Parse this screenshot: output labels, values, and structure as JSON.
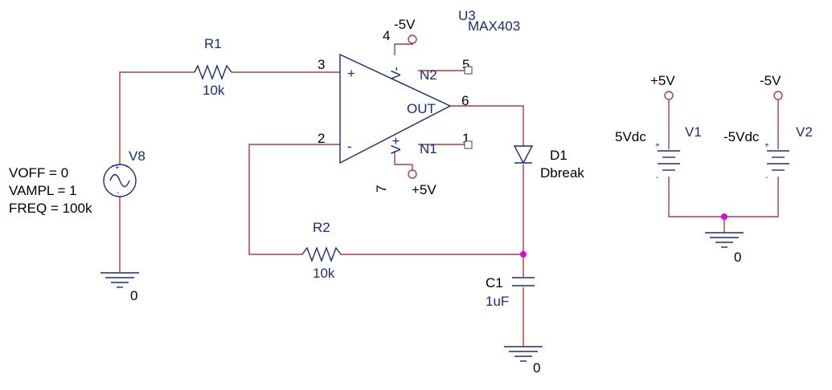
{
  "schematic": {
    "opamp": {
      "ref": "U3",
      "part": "MAX403",
      "pin_in_plus": "3",
      "pin_in_minus": "2",
      "pin_out": "6",
      "pin_n2": "5",
      "pin_n1": "1",
      "pin_vminus": "4",
      "pin_vplus": "7",
      "sym_plus": "+",
      "sym_minus": "-",
      "label_out": "OUT",
      "label_n2": "N2",
      "label_n1": "N1",
      "label_vminus": "V-",
      "label_vplus": "V+"
    },
    "r1": {
      "ref": "R1",
      "value": "10k"
    },
    "r2": {
      "ref": "R2",
      "value": "10k"
    },
    "d1": {
      "ref": "D1",
      "model": "Dbreak"
    },
    "c1": {
      "ref": "C1",
      "value": "1uF"
    },
    "v8": {
      "ref": "V8",
      "params": [
        "VOFF = 0",
        "VAMPL = 1",
        "FREQ = 100k"
      ]
    },
    "v1": {
      "ref": "V1",
      "value": "5Vdc"
    },
    "v2": {
      "ref": "V2",
      "value": "-5Vdc"
    },
    "rails": {
      "neg": "-5V",
      "pos": "+5V"
    },
    "ground_label": "0",
    "polarity_plus": "+",
    "polarity_minus": "-",
    "colors": {
      "wire": "#b03a3a",
      "part": "#1a2b7a",
      "junction": "#e000e0"
    }
  }
}
